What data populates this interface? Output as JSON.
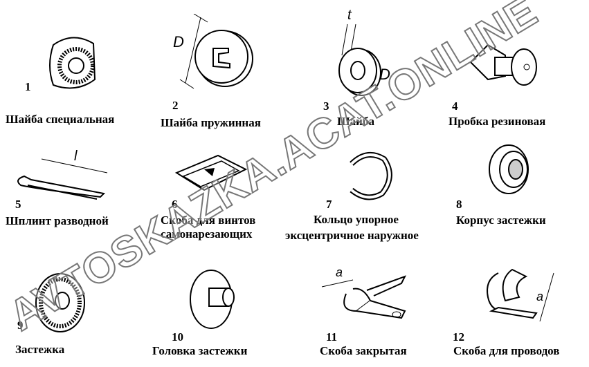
{
  "watermark": "AVTOSKAZKA.ACAT.ONLINE",
  "dimension_labels": {
    "d": "D",
    "t": "t",
    "l": "l",
    "a": "a"
  },
  "parts": [
    {
      "number": "1",
      "name": "Шайба специальная"
    },
    {
      "number": "2",
      "name": "Шайба пружинная"
    },
    {
      "number": "3",
      "name": "Шайба"
    },
    {
      "number": "4",
      "name": "Пробка резиновая"
    },
    {
      "number": "5",
      "name": "Шплинт разводной"
    },
    {
      "number": "6",
      "name": "Скоба для винтов",
      "name2": "самонарезающих"
    },
    {
      "number": "7",
      "name": "Кольцо упорное",
      "name2": "эксцентричное наружное"
    },
    {
      "number": "8",
      "name": "Корпус застежки"
    },
    {
      "number": "9",
      "name": "Застежка"
    },
    {
      "number": "10",
      "name": "Головка застежки"
    },
    {
      "number": "11",
      "name": "Скоба закрытая"
    },
    {
      "number": "12",
      "name": "Скоба для проводов"
    }
  ]
}
